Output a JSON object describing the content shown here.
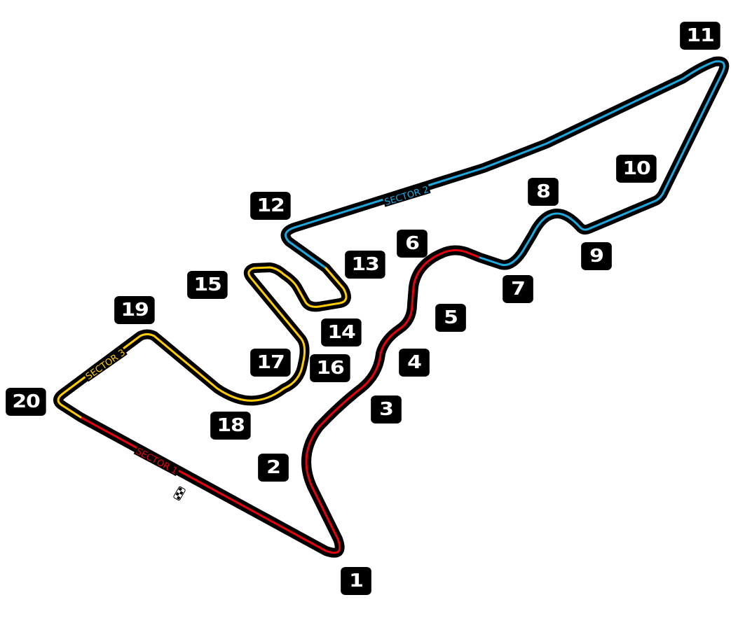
{
  "turns": [
    "1",
    "2",
    "3",
    "4",
    "5",
    "6",
    "7",
    "8",
    "9",
    "10",
    "11",
    "12",
    "13",
    "14",
    "15",
    "16",
    "17",
    "18",
    "19",
    "20"
  ],
  "sectors": [
    {
      "label": "SECTOR 1",
      "color": "#e8000b"
    },
    {
      "label": "SECTOR 2",
      "color": "#1ba9e0"
    },
    {
      "label": "SECTOR 3",
      "color": "#ffcc00"
    }
  ],
  "track_outline_color": "#000000",
  "start_finish_icon": "checkered-flag-icon"
}
